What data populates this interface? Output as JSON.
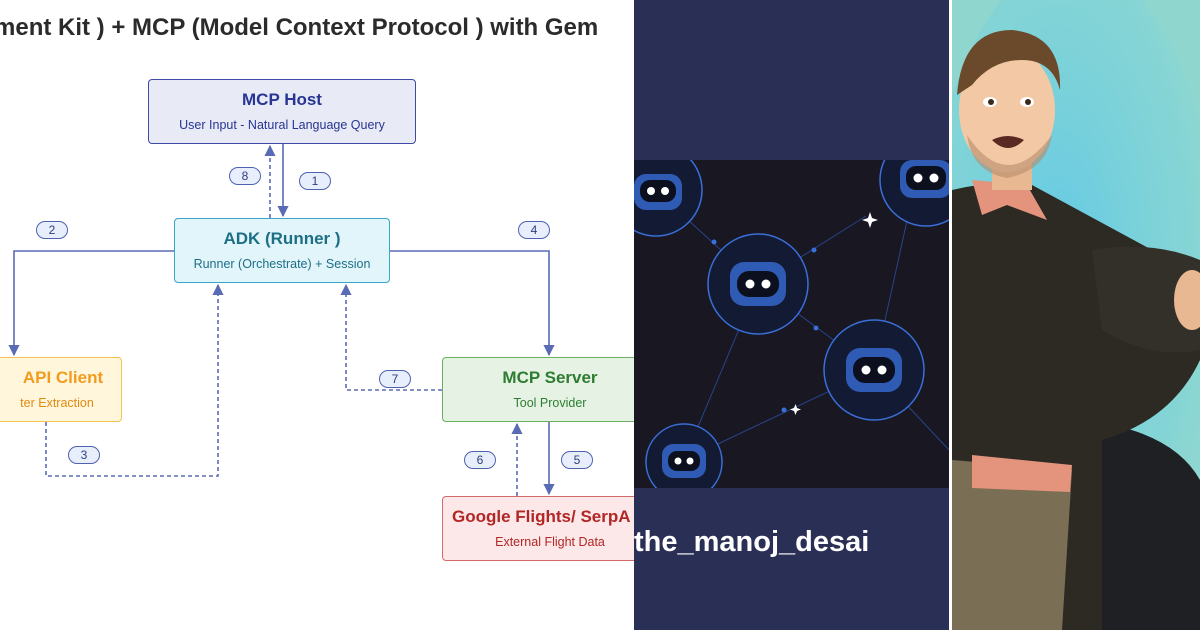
{
  "diagram": {
    "title": "ment Kit ) + MCP (Model Context Protocol ) with Gem",
    "nodes": {
      "host": {
        "title": "MCP Host",
        "subtitle": "User Input - Natural Language Query"
      },
      "runner": {
        "title": "ADK (Runner )",
        "subtitle": "Runner (Orchestrate) + Session"
      },
      "api_client": {
        "title": "API Client",
        "subtitle": "ter Extraction"
      },
      "mcp_server": {
        "title": "MCP Server",
        "subtitle": "Tool Provider"
      },
      "flights": {
        "title": "Google Flights/ SerpA",
        "subtitle": "External Flight Data"
      }
    },
    "steps": [
      "1",
      "2",
      "3",
      "4",
      "5",
      "6",
      "7",
      "8"
    ],
    "colors": {
      "arrow": "#5a6bb5",
      "host_border": "#3f4aa8",
      "runner_border": "#38a6c4",
      "api_border": "#f2c453",
      "mcp_border": "#6cae62",
      "flights_border": "#d36a6a"
    }
  },
  "banner": {
    "handle": "the_manoj_desai",
    "colors": {
      "band": "#2a2f55",
      "scene": "#181722",
      "robot": "#2f5bb5",
      "glow": "#3a6fd8"
    },
    "icons": [
      "robot-icon",
      "sparkle-icon"
    ]
  },
  "portrait": {
    "icon": "man-portrait-illustration",
    "colors": {
      "background": "#8fd6cf",
      "glow": "#5ec8e8",
      "sweater": "#2c2a22",
      "shirt": "#e4947c",
      "hair": "#6b4a2c",
      "skin": "#f2c9a4"
    }
  }
}
